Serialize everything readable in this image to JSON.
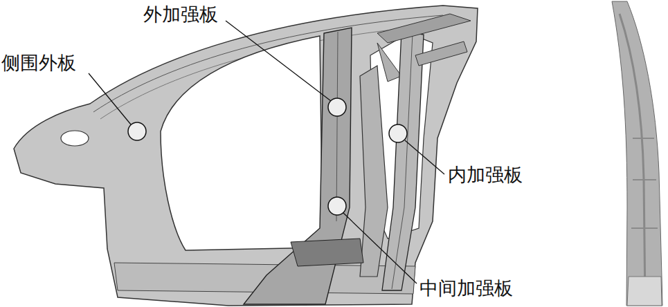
{
  "diagram": {
    "labels": [
      "侧围外板",
      "外加强板",
      "内加强板",
      "中间加强板"
    ]
  }
}
